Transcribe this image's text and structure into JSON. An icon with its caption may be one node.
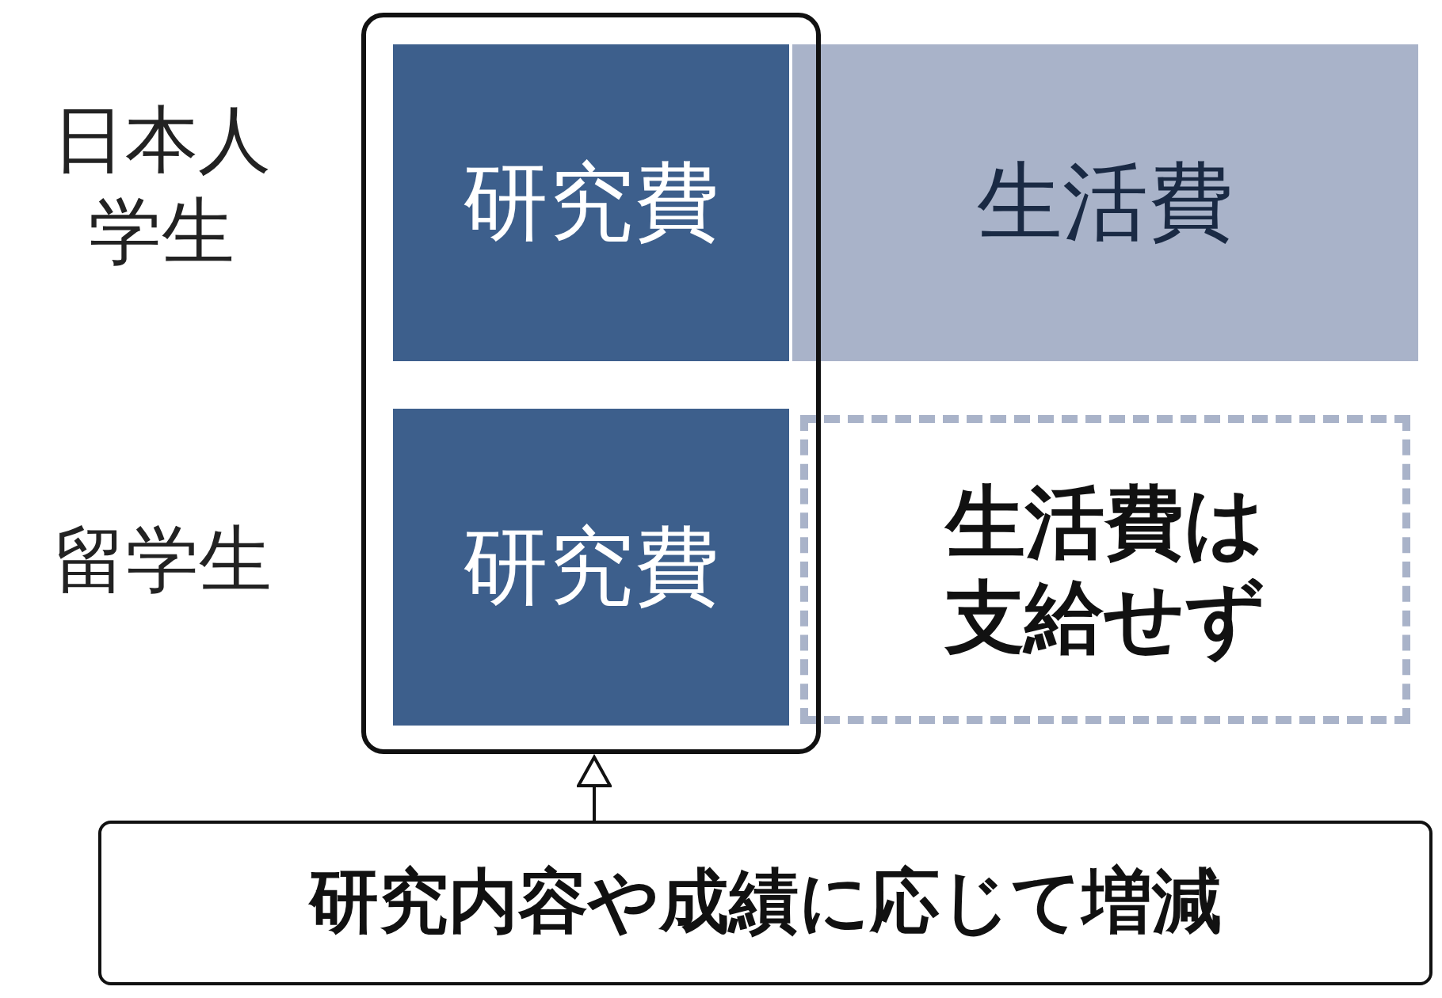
{
  "diagram": {
    "nodes": [
      {
        "text": [],
        "shape": "box"
      },
      {
        "text": [
          "研究費"
        ],
        "in": 0
      },
      {
        "text": [
          "生活費"
        ]
      },
      {
        "text": [
          "研究費"
        ],
        "in": 0
      },
      {
        "text": [
          "生活費は支給せず"
        ]
      },
      {
        "text": [
          "研究内容や成績に応じて増減"
        ]
      }
    ],
    "edges": [
      {
        "from": 5,
        "to": 0,
        "arrow": "to"
      }
    ],
    "labels": [
      "日本人学生",
      "留学生"
    ]
  }
}
